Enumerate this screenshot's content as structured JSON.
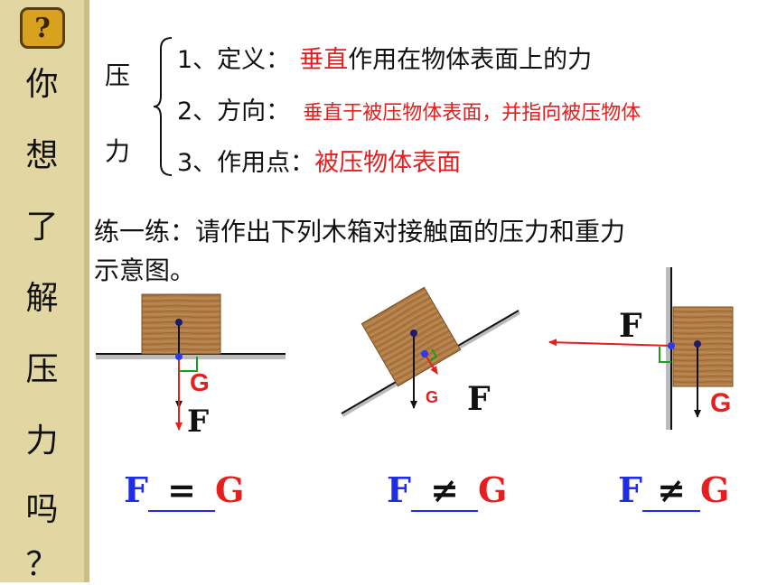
{
  "sidebar": {
    "question_icon": "?",
    "chars": [
      "你",
      "想",
      "了",
      "解",
      "压",
      "力",
      "吗",
      "？"
    ]
  },
  "pressure": {
    "label_top": "压",
    "label_bottom": "力",
    "def_label": "1、定义：",
    "def_red": "垂直",
    "def_rest": "作用在物体表面上的力",
    "dir_label": "2、方向：",
    "dir_red": "垂直于被压物体表面，并指向被压物体",
    "point_label": "3、作用点：",
    "point_red": "被压物体表面"
  },
  "practice": {
    "line1": "练一练：请作出下列木箱对接触面的压力和重力",
    "line2": "示意图。"
  },
  "diagrams": {
    "d1": {
      "g": "G",
      "f": "F"
    },
    "d2": {
      "g": "G",
      "f": "F"
    },
    "d3": {
      "f": "F",
      "g": "G"
    }
  },
  "equations": [
    {
      "f": "F",
      "sym": "=",
      "g": "G"
    },
    {
      "f": "F",
      "sym": "≠",
      "g": "G"
    },
    {
      "f": "F",
      "sym": "≠",
      "g": "G"
    }
  ],
  "colors": {
    "red": "#e61e1e",
    "blue": "#1f2ee6",
    "wood": "#b07a45",
    "sidebar": "#e2d6a2"
  }
}
